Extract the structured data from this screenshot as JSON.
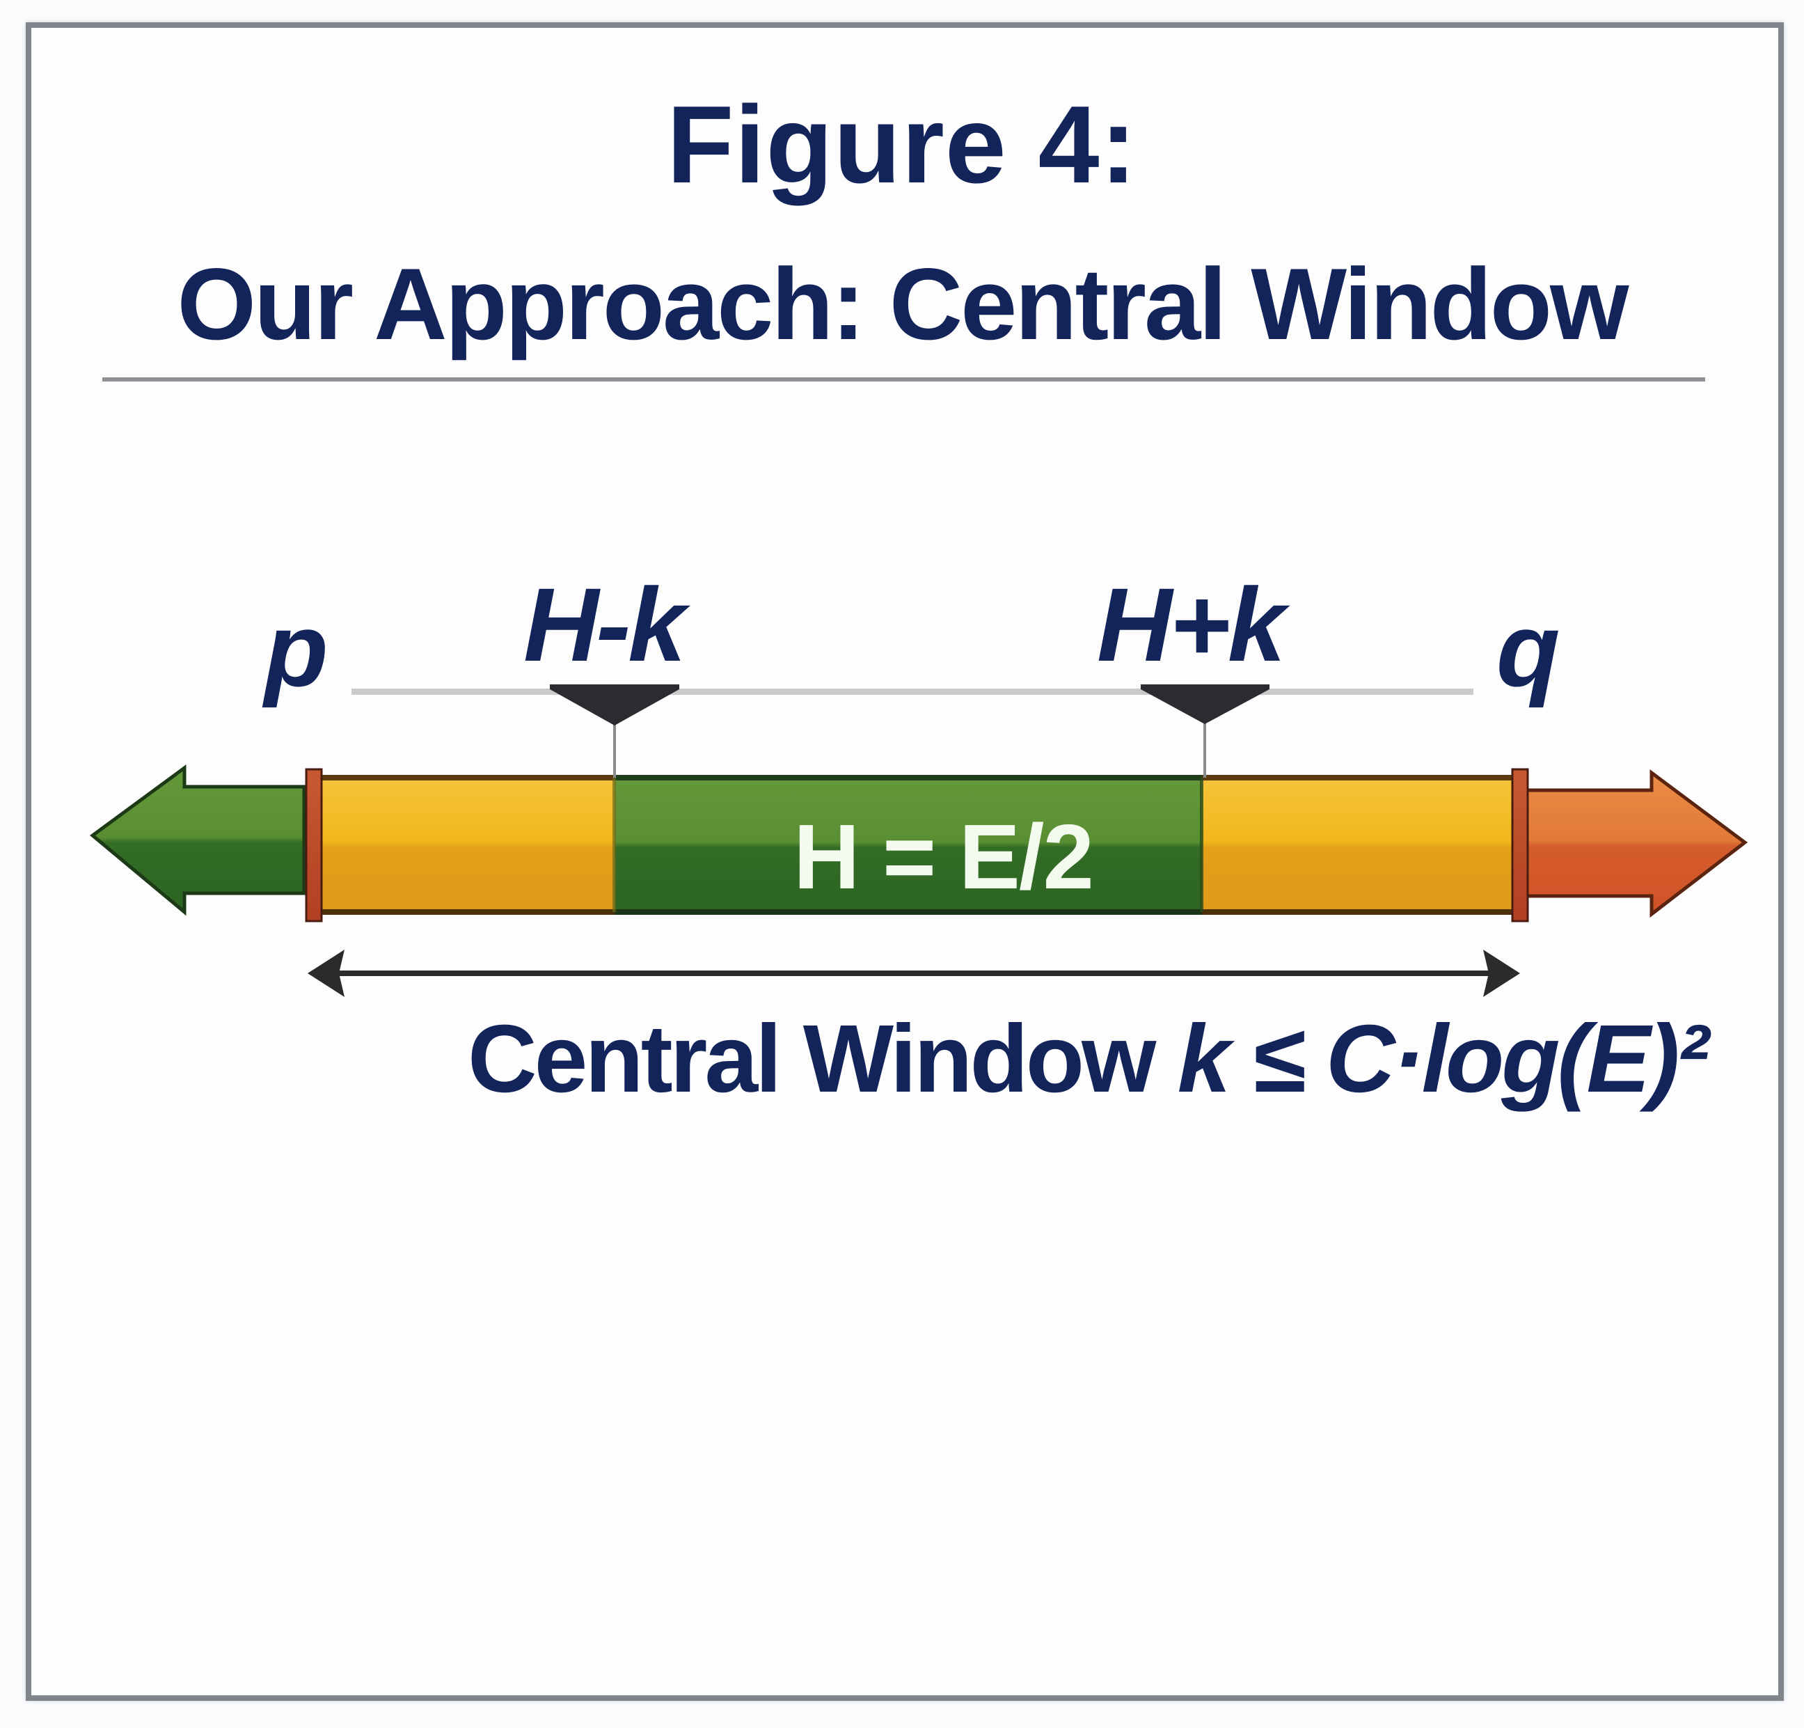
{
  "figure": {
    "title": "Figure 4:",
    "subtitle": "Our Approach: Central Window"
  },
  "diagram": {
    "endpoint_labels": {
      "left": "p",
      "right": "q"
    },
    "window_markers": {
      "lower": "H-k",
      "upper": "H+k"
    },
    "center_label": "H = E/2",
    "span_caption": {
      "text": "Central Window ",
      "formula": "k ≤ C·log(E)²"
    },
    "segments": [
      {
        "name": "left-outer",
        "color_top": "#f4bb1d",
        "color_bottom": "#e19d18"
      },
      {
        "name": "central-window",
        "color_top": "#5a8f32",
        "color_bottom": "#2f6a24"
      },
      {
        "name": "right-outer",
        "color_top": "#f4bb1d",
        "color_bottom": "#e19d18"
      }
    ],
    "colors": {
      "left_arrow": "#4f8a2e",
      "right_arrow": "#de6b30",
      "end_caps": "#c4502a",
      "markers": "#2a2c30",
      "text": "#13245a"
    }
  }
}
